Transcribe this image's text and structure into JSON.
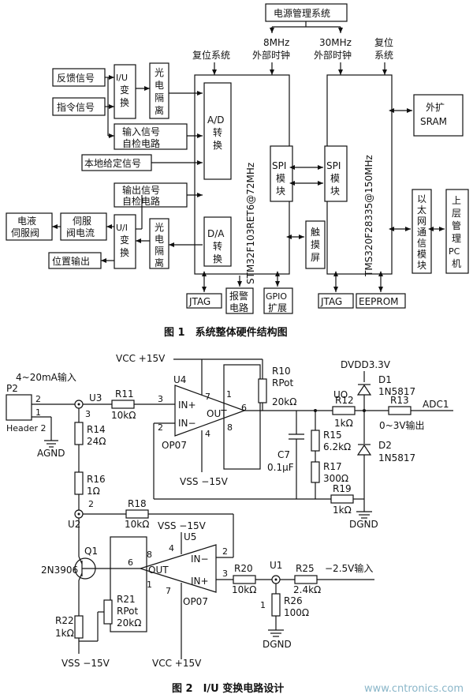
{
  "fig1": {
    "power_mgmt": "电源管理系统",
    "clk8": [
      "8MHz",
      "外部时钟"
    ],
    "clk30": [
      "30MHz",
      "外部时钟"
    ],
    "reset_left": "复位系统",
    "reset_right": [
      "复位",
      "系统"
    ],
    "feedback": "反馈信号",
    "command": "指令信号",
    "iu_conv": [
      "I/U",
      "变",
      "换"
    ],
    "opto_in": [
      "光",
      "电",
      "隔",
      "离"
    ],
    "input_check": [
      "输入信号",
      "自检电路"
    ],
    "local_setpoint": "本地给定信号",
    "output_check": [
      "输出信号",
      "自检电路"
    ],
    "servo_valve": [
      "电液",
      "伺服阀"
    ],
    "valve_current": [
      "伺服",
      "阀电流"
    ],
    "ui_conv": [
      "U/I",
      "变",
      "换"
    ],
    "opto_out": [
      "光",
      "电",
      "隔",
      "离"
    ],
    "position_out": "位置输出",
    "ad": [
      "A/D",
      "转",
      "换"
    ],
    "da": [
      "D/A",
      "转",
      "换"
    ],
    "stm32": "STM32F103RET6@72MHz",
    "spi1": [
      "SPI",
      "模",
      "块"
    ],
    "spi2": [
      "SPI",
      "模",
      "块"
    ],
    "touch": [
      "触",
      "摸",
      "屏"
    ],
    "tms": "TMS320F28335@150MHz",
    "sram": [
      "外扩",
      "SRAM"
    ],
    "ethernet": [
      "以",
      "太",
      "网",
      "通",
      "信",
      "模",
      "块"
    ],
    "upper_pc": [
      "上",
      "层",
      "管",
      "理",
      "PC",
      "机"
    ],
    "jtag1": "JTAG",
    "alarm": [
      "报警",
      "电路"
    ],
    "gpio": [
      "GPIO",
      "扩展"
    ],
    "jtag2": "JTAG",
    "eeprom": "EEPROM",
    "caption": "图 1　系统整体硬件结构图"
  },
  "fig2": {
    "vcc_top": "VCC +15V",
    "input_title": "4~20mA输入",
    "p2": "P2",
    "pin2": "2",
    "pin1": "1",
    "header": "Header 2",
    "agnd": "AGND",
    "u3": "U3",
    "u3_pin": "3",
    "r11": "R11",
    "r11v": "10kΩ",
    "u4": "U4",
    "pin3": "3",
    "pin2b": "2",
    "pin7": "7",
    "pin4": "4",
    "pin6": "6",
    "pin8": "8",
    "pin1b": "1",
    "in_plus": "IN+",
    "in_minus": "IN−",
    "out": "OUT",
    "op07": "OP07",
    "vss_mid": "VSS −15V",
    "r10": "R10",
    "rpot": "RPot",
    "r10v": "20kΩ",
    "r14": "R14",
    "r14v": "24Ω",
    "r16": "R16",
    "r16v": "1Ω",
    "u2_pin": "2",
    "u2": "U2",
    "r18": "R18",
    "r18v": "10kΩ",
    "dvdd": "DVDD3.3V",
    "d1": "D1",
    "d1v": "1N5817",
    "d2": "D2",
    "d2v": "1N5817",
    "uo": "UO",
    "r12": "R12",
    "r12v": "1kΩ",
    "r13": "R13",
    "adc1": "ADC1",
    "out_range": "0~3V输出",
    "r15": "R15",
    "r15v": "6.2kΩ",
    "c7": "C7",
    "c7v": "0.1μF",
    "r17": "R17",
    "r17v": "300Ω",
    "r19": "R19",
    "r19v": "1kΩ",
    "dgnd1": "DGND",
    "vss_u5": "VSS −15V",
    "u5": "U5",
    "q1": "Q1",
    "q1part": "2N3906",
    "u5pin4": "4",
    "u5pin2": "2",
    "u5pin3": "3",
    "u5pin6": "6",
    "u5pin8": "8",
    "u5pin1": "1",
    "u5pin7": "7",
    "r21": "R21",
    "r21pot": "RPot",
    "r21v": "20kΩ",
    "op07b": "OP07",
    "r20": "R20",
    "r20v": "10kΩ",
    "u1": "U1",
    "u1pin": "1",
    "r25": "R25",
    "r25v": "2.4kΩ",
    "neg_in": "−2.5V输入",
    "r26": "R26",
    "r26v": "100Ω",
    "dgnd2": "DGND",
    "r22": "R22",
    "r22v": "1kΩ",
    "vss_bot": "VSS −15V",
    "vcc_bot": "VCC +15V",
    "caption": "图 2　I/U 变换电路设计",
    "watermark": "www.cntronics.com"
  }
}
